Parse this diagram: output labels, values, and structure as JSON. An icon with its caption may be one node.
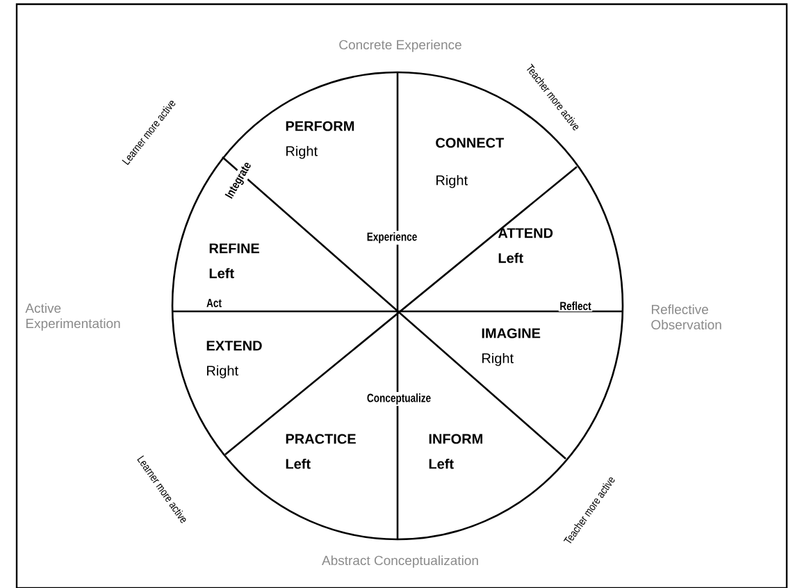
{
  "diagram": {
    "nodes": [
      {
        "text": [],
        "shape": "circle"
      },
      {
        "text": [
          "PERFORM",
          "Right"
        ],
        "in": 0
      },
      {
        "text": [
          "CONNECT",
          "Right"
        ],
        "in": 0
      },
      {
        "text": [
          "REFINE",
          "Left"
        ],
        "in": 0
      },
      {
        "text": [
          "ATTEND",
          "Left"
        ],
        "in": 0
      },
      {
        "text": [
          "EXTEND",
          "Right"
        ],
        "in": 0
      },
      {
        "text": [
          "IMAGINE",
          "Right"
        ],
        "in": 0
      },
      {
        "text": [
          "PRACTICE",
          "Left"
        ],
        "in": 0
      },
      {
        "text": [
          "INFORM",
          "Left"
        ],
        "in": 0
      }
    ],
    "labels": [
      "Concrete Experience",
      "Learner more active",
      "Teacher more active",
      "Integrate",
      "Experience",
      "Act",
      "Reflect",
      "Active Experimentation",
      "Reflective Observation",
      "Conceptualize",
      "Learner more active",
      "Teacher more active",
      "Abstract Conceptualization"
    ]
  }
}
